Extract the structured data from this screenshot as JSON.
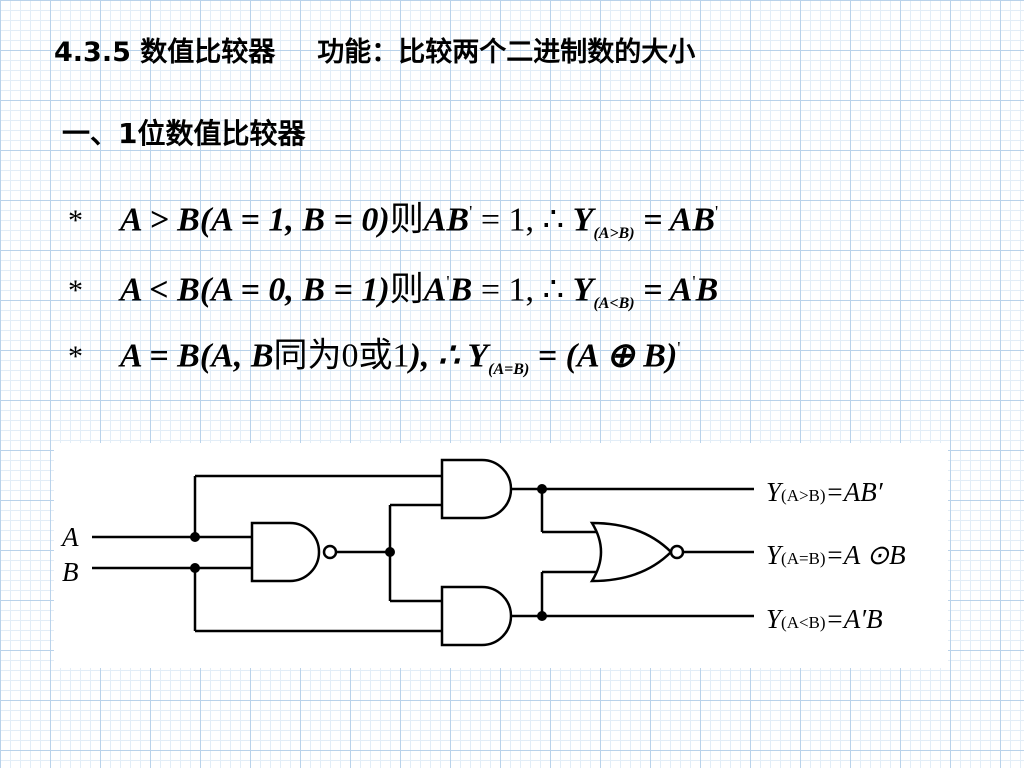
{
  "header": {
    "section": "4.3.5 数值比较器",
    "function_desc": "功能：比较两个二进制数的大小"
  },
  "subheading": "一、1位数值比较器",
  "formulas": [
    {
      "bullet": "*",
      "condition": "A > B(A = 1, B = 0)",
      "then": "则",
      "expression": "AB",
      "prime": "'",
      "result_lhs": " = 1, ∴ ",
      "output_var": "Y",
      "output_sub": "(A>B)",
      "output_rhs": " = AB",
      "output_prime": "'"
    },
    {
      "bullet": "*",
      "condition": "A < B(A = 0, B = 1)",
      "then": "则",
      "expression_a": "A",
      "prime": "'",
      "expression_b": "B",
      "result_lhs": " = 1, ∴ ",
      "output_var": "Y",
      "output_sub": "(A<B)",
      "output_rhs_a": " = A",
      "output_prime": "'",
      "output_rhs_b": "B"
    },
    {
      "bullet": "*",
      "condition": "A = B(A, B",
      "same_text": "同为0或1",
      "tail": "), ∴ ",
      "output_var": "Y",
      "output_sub": "(A=B)",
      "output_rhs": " = (A ⊕ B)",
      "output_prime": "'"
    }
  ],
  "circuit": {
    "input_a": "A",
    "input_b": "B",
    "gates": [
      "nand-gate",
      "and-gate-top",
      "and-gate-bottom",
      "nor-gate"
    ],
    "outputs": {
      "gt": {
        "y": "Y",
        "sub": "(A>B)",
        "rhs": "=AB′"
      },
      "eq": {
        "y": "Y",
        "sub": "(A=B)",
        "rhs": "=A ⊙B"
      },
      "lt": {
        "y": "Y",
        "sub": "(A<B)",
        "rhs": "=A′B"
      }
    }
  }
}
